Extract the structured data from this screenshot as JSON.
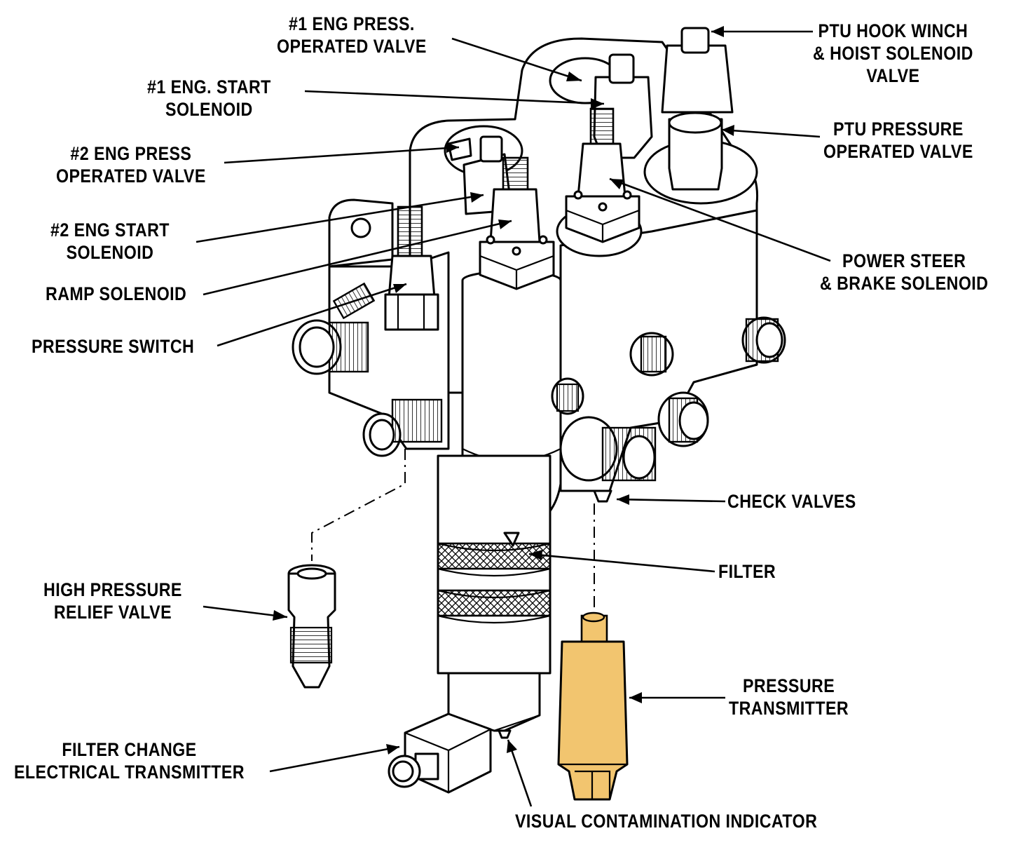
{
  "labels": {
    "eng1_press_valve": [
      "#1 ENG PRESS.",
      "OPERATED VALVE"
    ],
    "eng1_start_solenoid": [
      "#1 ENG. START",
      "SOLENOID"
    ],
    "eng2_press_valve": [
      "#2 ENG PRESS",
      "OPERATED VALVE"
    ],
    "eng2_start_solenoid": [
      "#2 ENG START",
      "SOLENOID"
    ],
    "ramp_solenoid": [
      "RAMP SOLENOID"
    ],
    "pressure_switch": [
      "PRESSURE SWITCH"
    ],
    "ptu_hook_winch": [
      "PTU HOOK WINCH",
      "& HOIST SOLENOID",
      "VALVE"
    ],
    "ptu_pressure_valve": [
      "PTU PRESSURE",
      "OPERATED VALVE"
    ],
    "power_steer": [
      "POWER STEER",
      "& BRAKE SOLENOID"
    ],
    "check_valves": [
      "CHECK VALVES"
    ],
    "filter": [
      "FILTER"
    ],
    "high_pressure_relief": [
      "HIGH PRESSURE",
      "RELIEF VALVE"
    ],
    "pressure_transmitter": [
      "PRESSURE",
      "TRANSMITTER"
    ],
    "filter_change": [
      "FILTER CHANGE",
      "ELECTRICAL TRANSMITTER"
    ],
    "visual_contamination": [
      "VISUAL CONTAMINATION INDICATOR"
    ]
  },
  "colors": {
    "line": "#000000",
    "background": "#ffffff",
    "highlight_component": "#f2c56f"
  }
}
